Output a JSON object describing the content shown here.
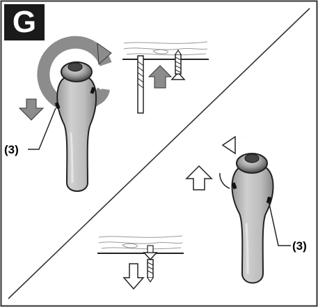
{
  "figure": {
    "badge_letter": "G",
    "top_left_callout": "(3)",
    "bottom_right_callout": "(3)",
    "colors": {
      "badge_bg": "#1a1a1a",
      "badge_fg": "#ffffff",
      "arrow_gray": "#8c8c8c",
      "tool_body": "#bdbdbd",
      "tool_dark": "#6e6e6e",
      "outline": "#222222",
      "frame": "#333333"
    }
  }
}
